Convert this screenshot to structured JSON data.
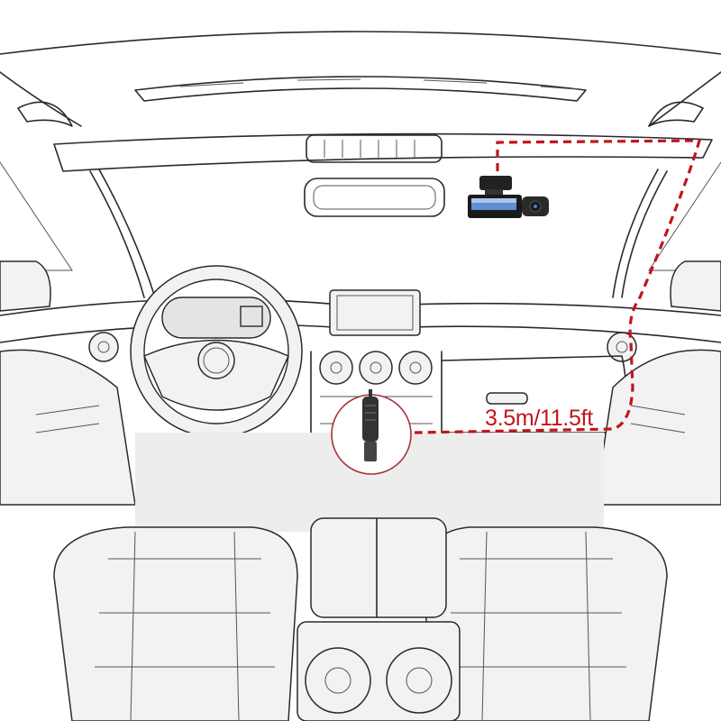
{
  "diagram": {
    "subject": "Dash cam wiring route in car interior",
    "cable_length_label": "3.5m/11.5ft",
    "components": [
      {
        "name": "dash-cam",
        "label": "Dash camera with front screen and cabin camera"
      },
      {
        "name": "car-charger",
        "label": "Cigarette lighter power adapter (magnified inset)"
      }
    ],
    "route": [
      "headliner",
      "A-pillar (passenger side)",
      "glovebox trim",
      "center console power socket"
    ],
    "colors": {
      "wire": "#c0161c",
      "label": "#c0161c",
      "line_art": "#2a2a2a",
      "background": "#ffffff"
    }
  }
}
